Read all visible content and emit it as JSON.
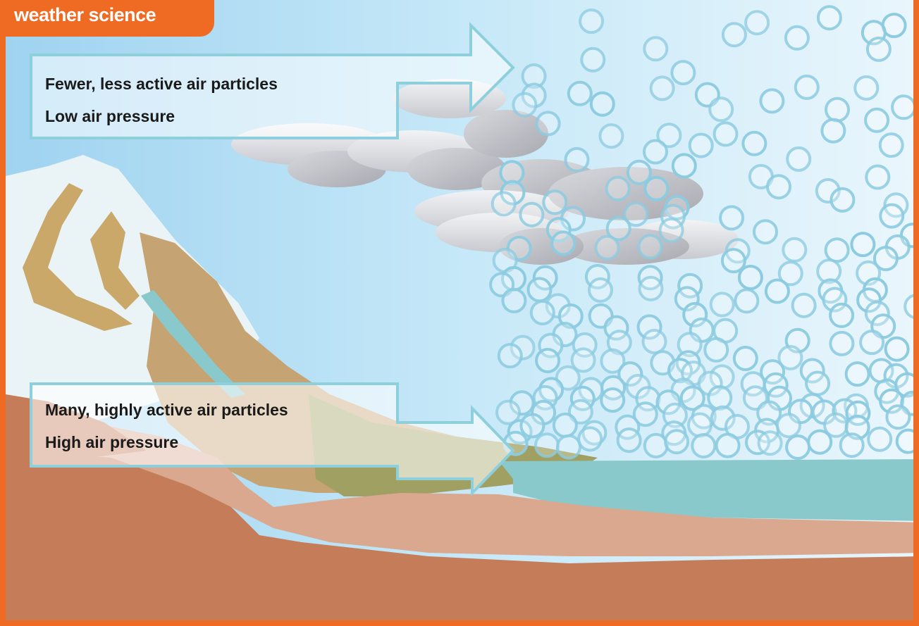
{
  "header": {
    "badge_text": "weather science"
  },
  "low_pressure": {
    "description": "Fewer, less active air particles",
    "pressure": "Low air pressure"
  },
  "high_pressure": {
    "description": "Many, highly active air particles",
    "pressure": "High air pressure"
  },
  "colors": {
    "accent": "#ef6a23",
    "sky_top": "#a9d9f2",
    "particle": "#8ccbe0",
    "arrow_border": "#8ecfdc",
    "water": "#8ac9cb",
    "ground": "#c57c59"
  }
}
